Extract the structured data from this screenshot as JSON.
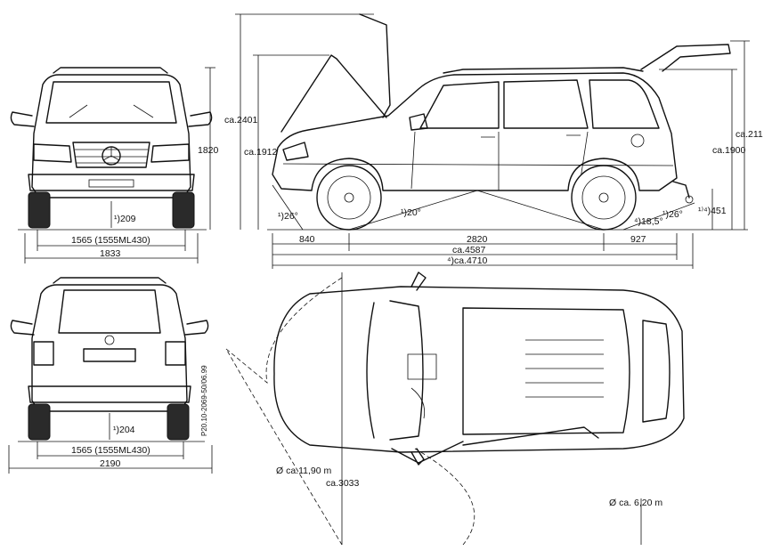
{
  "colors": {
    "ink": "#111111",
    "paper": "#ffffff"
  },
  "front_view": {
    "ground_clearance": "¹)209",
    "track": "1565 (1555ML430)",
    "width": "1833",
    "height": "1820"
  },
  "rear_view": {
    "ground_clearance": "¹)204",
    "track": "1565 (1555ML430)",
    "width_mirrors": "2190",
    "drawing_number": "P20.10-2069-50/06.99"
  },
  "side_view": {
    "height_bonnet_open": "ca.2401",
    "height_front": "ca.1912",
    "height_tailgate_open": "ca.211",
    "height_rear": "ca.1900",
    "approach_angle": "¹)26°",
    "ramp_angle": "¹)20°",
    "departure_angle_a": "⁴)18,5°",
    "departure_angle_b": "¹)26°",
    "hitch_height": "¹⁾⁴)451",
    "front_overhang": "840",
    "wheelbase": "2820",
    "rear_overhang": "927",
    "length": "ca.4587",
    "length_with_hitch": "⁴)ca.4710"
  },
  "top_view": {
    "turning_circle_outer": "Ø ca.11,90 m",
    "door_swing": "ca.3033",
    "turning_circle_inner": "Ø ca. 6,20 m"
  }
}
